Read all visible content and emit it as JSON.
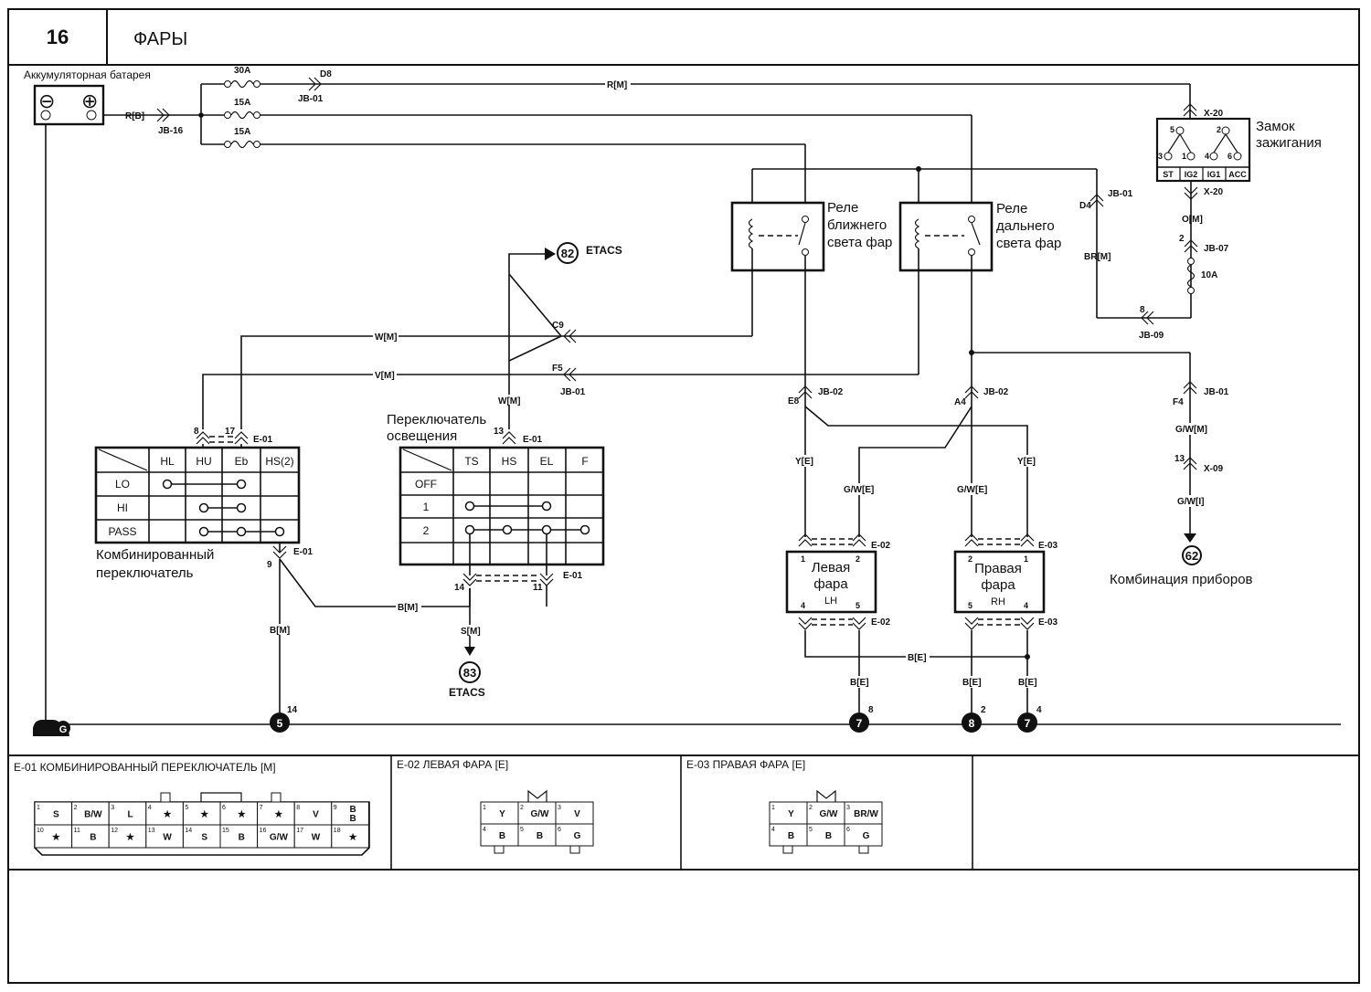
{
  "header": {
    "page_number": "16",
    "title": "ФАРЫ"
  },
  "components": {
    "battery": "Аккумуляторная батарея",
    "battery_minus": "⊖",
    "battery_plus": "⊕",
    "ignition_switch": [
      "Замок",
      "зажигания"
    ],
    "ign_terminals": [
      "ST",
      "IG2",
      "IG1",
      "ACC"
    ],
    "ign_pins": [
      "5",
      "2",
      "3",
      "1",
      "4",
      "6"
    ],
    "low_relay": [
      "Реле",
      "ближнего",
      "света фар"
    ],
    "high_relay": [
      "Реле",
      "дальнего",
      "света фар"
    ],
    "combo_switch": [
      "Комбинированный",
      "переключатель"
    ],
    "light_switch": [
      "Переключатель",
      "освещения"
    ],
    "left_headlamp": [
      "Левая",
      "фара",
      "LH"
    ],
    "right_headlamp": [
      "Правая",
      "фара",
      "RH"
    ],
    "instrument_cluster": "Комбинация приборов",
    "etacs": "ETACS"
  },
  "fuses": {
    "f1": "30A",
    "f2": "15A",
    "f3": "15A",
    "f4": "10A"
  },
  "wire_labels": {
    "r_b": "R[B]",
    "r_m": "R[M]",
    "w_m": "W[M]",
    "v_m": "V[M]",
    "w_m2": "W[M]",
    "o_m": "O[M]",
    "br_m": "BR[M]",
    "y_e1": "Y[E]",
    "gw_e1": "G/W[E]",
    "gw_e2": "G/W[E]",
    "y_e2": "Y[E]",
    "gw_m": "G/W[M]",
    "gw_i": "G/W[I]",
    "b_m1": "B[M]",
    "b_m2": "B[M]",
    "s_m": "S[M]",
    "b_e1": "B[E]",
    "b_e2": "B[E]",
    "b_e3": "B[E]",
    "b_e4": "B[E]"
  },
  "connector_labels": {
    "jb16": "JB-16",
    "d8": "D8",
    "jb01a": "JB-01",
    "x20a": "X-20",
    "x20b": "X-20",
    "d4": "D4",
    "jb01b": "JB-01",
    "jb07": "JB-07",
    "pin2": "2",
    "pin8": "8",
    "jb09": "JB-09",
    "c9": "C9",
    "f5": "F5",
    "jb01c": "JB-01",
    "e8": "E8",
    "jb02a": "JB-02",
    "a4": "A4",
    "jb02b": "JB-02",
    "f4": "F4",
    "jb01d": "JB-01",
    "pin13x": "13",
    "x09": "X-09",
    "p8": "8",
    "p17": "17",
    "e01a": "E-01",
    "p13": "13",
    "e01b": "E-01",
    "p9": "9",
    "e01c": "E-01",
    "p14": "14",
    "p11": "11",
    "e01d": "E-01",
    "e02a": "E-02",
    "e02b": "E-02",
    "e03a": "E-03",
    "e03b": "E-03",
    "lh_p1": "1",
    "lh_p2": "2",
    "lh_p4": "4",
    "lh_p5": "5",
    "rh_p2": "2",
    "rh_p1": "1",
    "rh_p5": "5",
    "rh_p4": "4"
  },
  "refs": {
    "r82": "82",
    "r83": "83",
    "r62": "62"
  },
  "grounds": {
    "g": "G",
    "g5": "5",
    "g5n": "14",
    "g7a": "7",
    "g7an": "8",
    "g8": "8",
    "g8n": "2",
    "g7b": "7",
    "g7bn": "4"
  },
  "combo_table": {
    "cols": [
      "HL",
      "HU",
      "Eb",
      "HS(2)"
    ],
    "rows": [
      "LO",
      "HI",
      "PASS"
    ]
  },
  "light_table": {
    "cols": [
      "TS",
      "HS",
      "EL",
      "F"
    ],
    "rows": [
      "OFF",
      "1",
      "2"
    ]
  },
  "bottom": {
    "e01_title": "E-01 КОМБИНИРОВАННЫЙ ПЕРЕКЛЮЧАТЕЛЬ [M]",
    "e02_title": "E-02 ЛЕВАЯ ФАРА  [E]",
    "e03_title": "E-03 ПРАВАЯ ФАРА  [E]",
    "e01_row1": [
      [
        "1",
        "S"
      ],
      [
        "2",
        "B/W"
      ],
      [
        "3",
        "L"
      ],
      [
        "4",
        "★"
      ],
      [
        "5",
        "★"
      ],
      [
        "6",
        "★"
      ],
      [
        "7",
        "★"
      ],
      [
        "8",
        "V"
      ],
      [
        "9",
        "B\nB"
      ]
    ],
    "e01_row2": [
      [
        "10",
        "★"
      ],
      [
        "11",
        "B"
      ],
      [
        "12",
        "★"
      ],
      [
        "13",
        "W"
      ],
      [
        "14",
        "S"
      ],
      [
        "15",
        "B"
      ],
      [
        "16",
        "G/W"
      ],
      [
        "17",
        "W"
      ],
      [
        "18",
        "★"
      ]
    ],
    "e02_row1": [
      [
        "1",
        "Y"
      ],
      [
        "2",
        "G/W"
      ],
      [
        "3",
        "V"
      ]
    ],
    "e02_row2": [
      [
        "4",
        "B"
      ],
      [
        "5",
        "B"
      ],
      [
        "6",
        "G"
      ]
    ],
    "e03_row1": [
      [
        "1",
        "Y"
      ],
      [
        "2",
        "G/W"
      ],
      [
        "3",
        "BR/W"
      ]
    ],
    "e03_row2": [
      [
        "4",
        "B"
      ],
      [
        "5",
        "B"
      ],
      [
        "6",
        "G"
      ]
    ]
  }
}
